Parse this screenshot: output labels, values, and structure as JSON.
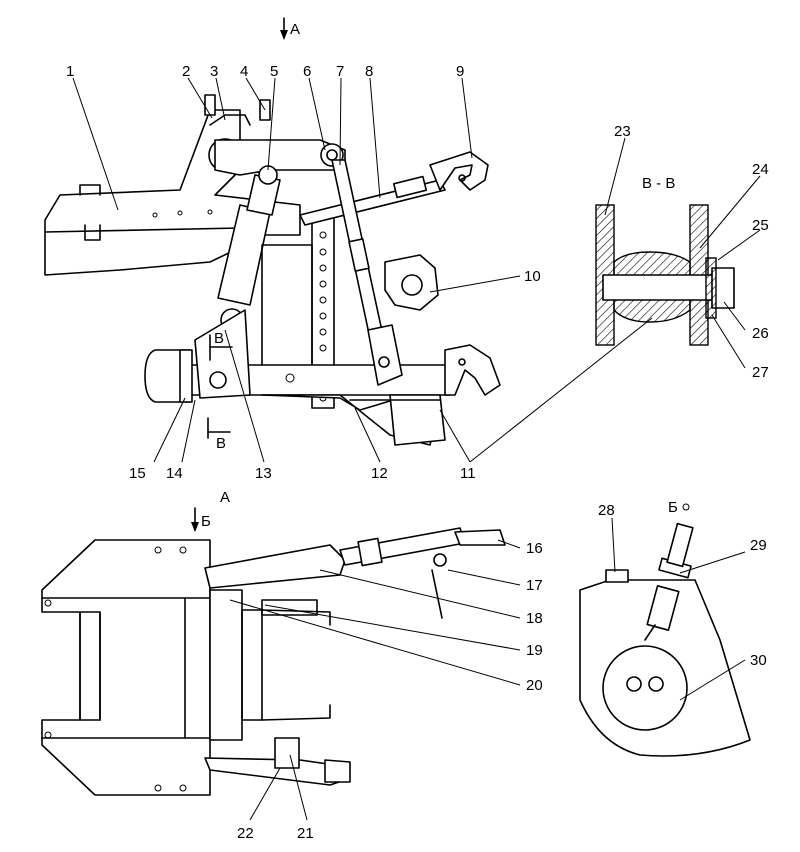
{
  "views": {
    "view_a_arrow": "A",
    "view_a_title": "A",
    "view_b_arrow": "Б",
    "view_b_title": "Б",
    "section_cut": "В",
    "section_title": "В - В"
  },
  "callouts": [
    "1",
    "2",
    "3",
    "4",
    "5",
    "6",
    "7",
    "8",
    "9",
    "10",
    "11",
    "12",
    "13",
    "14",
    "15",
    "16",
    "17",
    "18",
    "19",
    "20",
    "21",
    "22",
    "23",
    "24",
    "25",
    "26",
    "27",
    "28",
    "29",
    "30"
  ],
  "colors": {
    "line": "#000000",
    "background": "#ffffff"
  }
}
